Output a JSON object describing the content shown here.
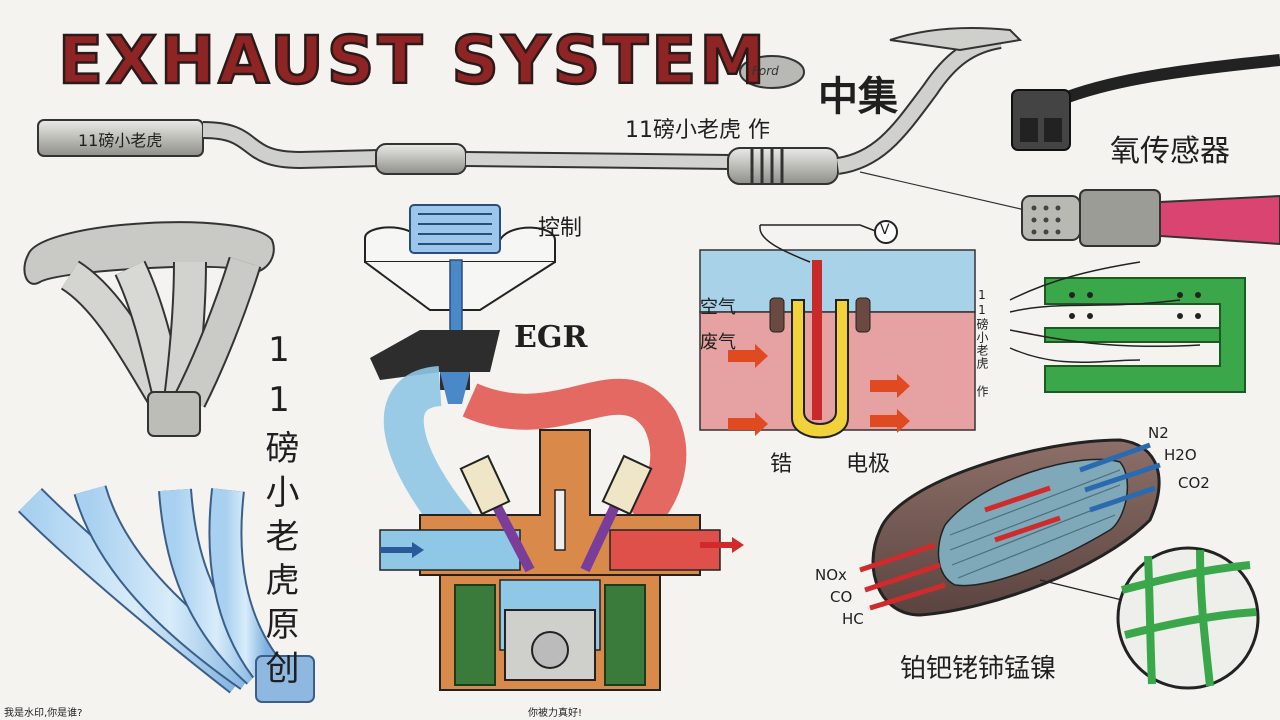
{
  "title": "EXHAUST SYSTEM",
  "episode": "中集",
  "ford_badge": "Ford",
  "author_credit": "11磅小老虎 作",
  "muffler_label": "11磅小老虎",
  "vertical_credit": "11磅小老虎原创",
  "sensor_title": "氧传感器",
  "sensor_credit": "11磅小老虎 作",
  "egr": {
    "label": "EGR",
    "control": "控制"
  },
  "o2_sensor_diagram": {
    "air": "空气",
    "exhaust": "废气",
    "zirconium": "锆",
    "electrode": "电极",
    "voltmeter": "V"
  },
  "catalytic_converter": {
    "inputs": [
      "NOx",
      "CO",
      "HC"
    ],
    "outputs": [
      "N2",
      "H2O",
      "CO2"
    ],
    "metals": "铂钯铑铈锰镍"
  },
  "footer_left": "我是水印,你是谁?",
  "footer_center": "你被力真好!",
  "colors": {
    "title_red": "#8e2424",
    "exhaust_red": "#e0504a",
    "intake_blue": "#8fc7e6",
    "electrode_yellow": "#f2d23a",
    "mesh_green": "#3aa84a",
    "sensor_pink": "#d94470",
    "engine_orange": "#d98a4a"
  }
}
